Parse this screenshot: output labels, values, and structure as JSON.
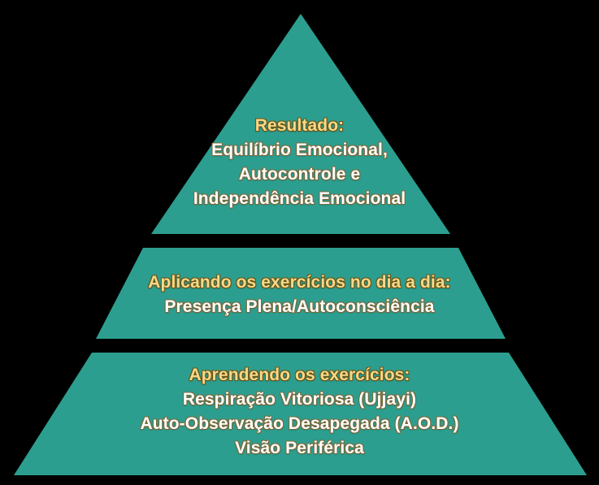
{
  "colors": {
    "background": "#000000",
    "tier_fill": "#2C9E8F",
    "heading_text": "#F5D98A",
    "body_text": "#FFFFFF"
  },
  "diagram": {
    "type": "pyramid",
    "tier_count": 3,
    "tiers": [
      {
        "position": "top",
        "heading": "Resultado:",
        "lines": [
          "Equilíbrio Emocional,",
          "Autocontrole e",
          "Independência Emocional"
        ]
      },
      {
        "position": "middle",
        "heading": "Aplicando os exercícios no dia a dia:",
        "lines": [
          "Presença Plena/Autoconsciência"
        ]
      },
      {
        "position": "bottom",
        "heading": "Aprendendo os exercícios:",
        "lines": [
          "Respiração Vitoriosa (Ujjayi)",
          "Auto-Observação Desapegada (A.O.D.)",
          "Visão Periférica"
        ]
      }
    ]
  }
}
